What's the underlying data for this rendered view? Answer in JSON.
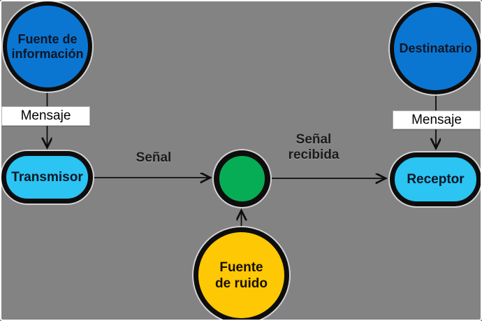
{
  "diagram": {
    "type": "communication-model-flowchart",
    "nodes": {
      "info_source": {
        "line1": "Fuente de",
        "line2": "información"
      },
      "transmitter": {
        "label": "Transmisor"
      },
      "channel_node": {
        "label": ""
      },
      "noise_source": {
        "line1": "Fuente",
        "line2": "de ruido"
      },
      "receiver": {
        "label": "Receptor"
      },
      "destination": {
        "label": "Destinatario"
      }
    },
    "edge_labels": {
      "message_left": "Mensaje",
      "message_right": "Mensaje",
      "signal": "Señal",
      "signal_received_line1": "Señal",
      "signal_received_line2": "recibida"
    },
    "edges": [
      "info_source -> transmitter (Mensaje)",
      "transmitter -> channel_node (Señal)",
      "noise_source -> channel_node",
      "channel_node -> receiver (Señal recibida)",
      "destination -> receiver (Mensaje)"
    ],
    "colors": {
      "background": "#838383",
      "frame": "#ffffff",
      "node_blue": "#0b76d1",
      "node_cyan": "#2bc4f3",
      "node_green": "#07ad55",
      "node_yellow": "#ffc804",
      "node_border": "#0d0d0d",
      "label_box_bg": "#ffffff",
      "text_dark": "#0c1626"
    }
  }
}
